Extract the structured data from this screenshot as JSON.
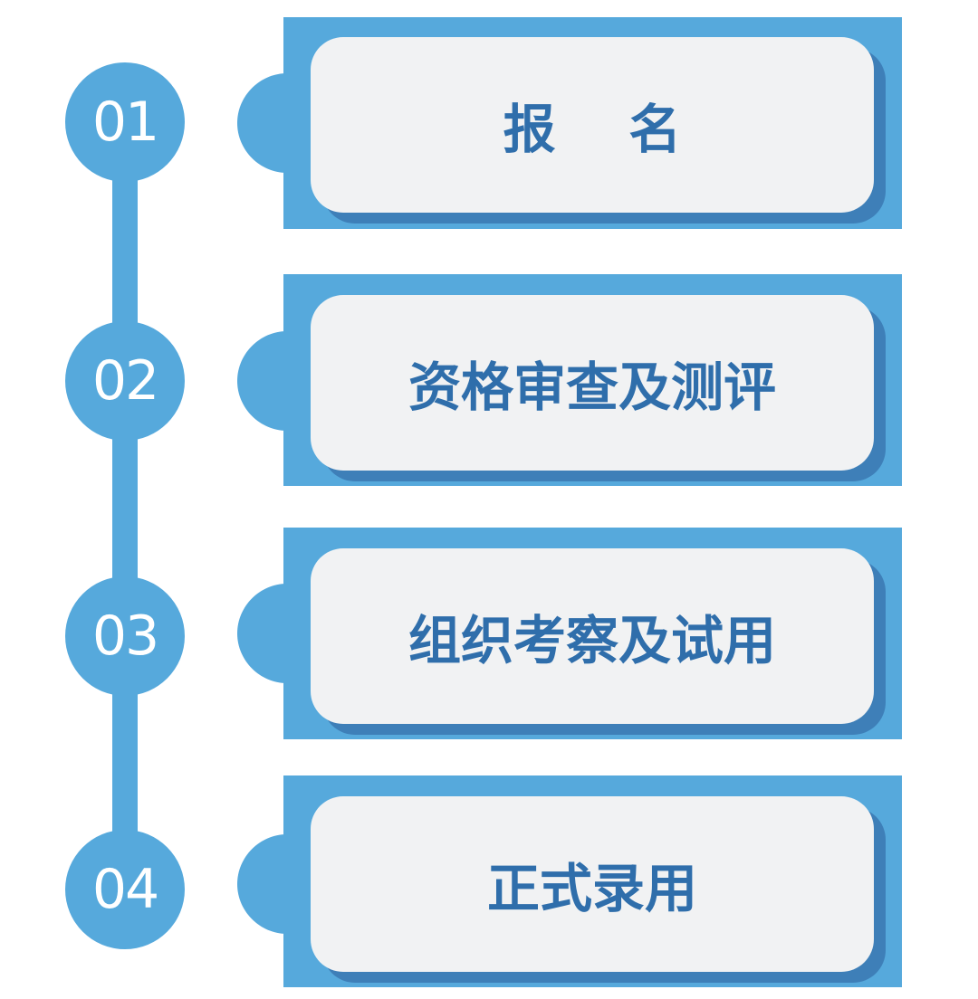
{
  "steps": [
    {
      "number": "01",
      "label": "报    名"
    },
    {
      "number": "02",
      "label": "资格审查及测评"
    },
    {
      "number": "03",
      "label": "组织考察及试用"
    },
    {
      "number": "04",
      "label": "正式录用"
    }
  ],
  "colors": {
    "accent": "#56a9dc",
    "accent_dark": "#3e7fb8",
    "card": "#f1f2f3",
    "label": "#2f6eab",
    "number": "#ffffff"
  }
}
